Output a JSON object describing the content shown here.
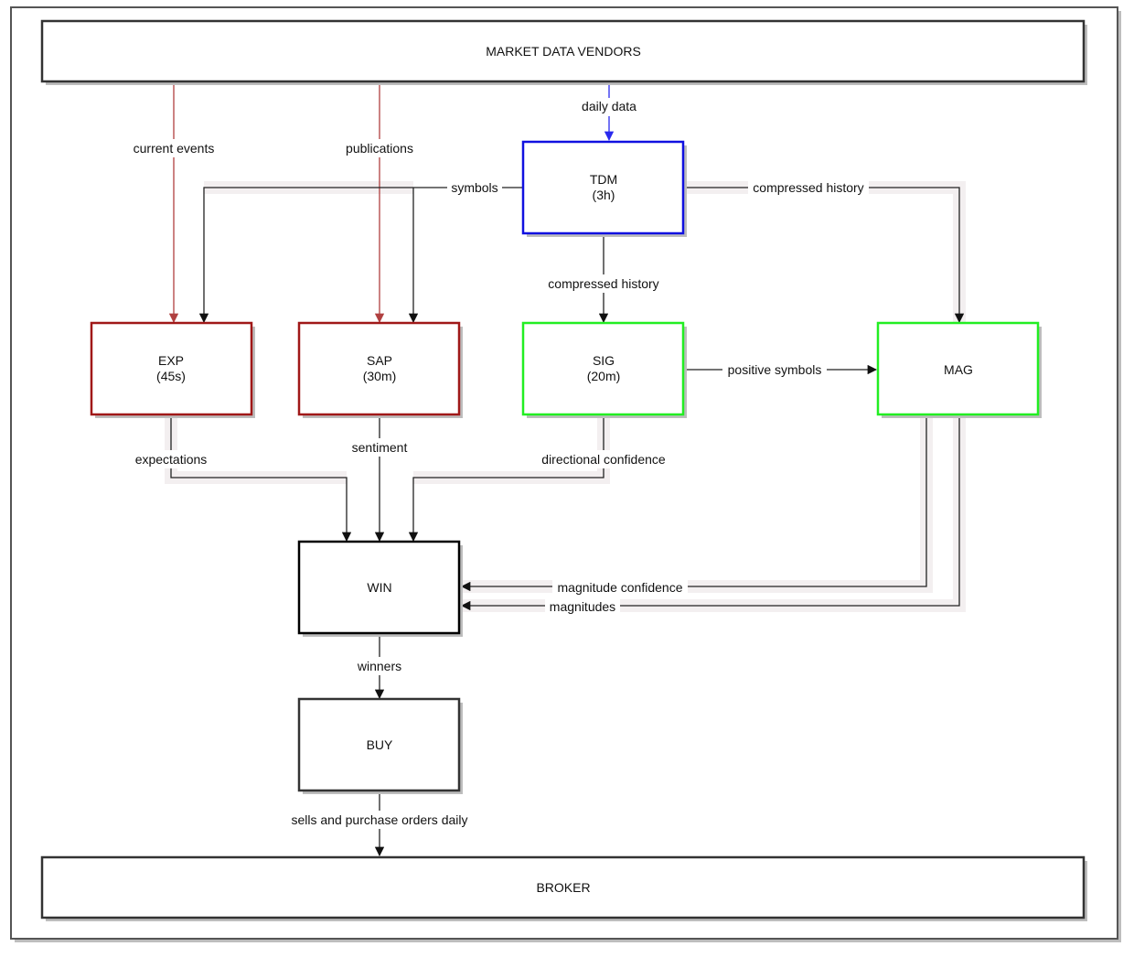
{
  "nodes": {
    "vendors": {
      "label": "MARKET DATA VENDORS",
      "color": "#333333"
    },
    "tdm": {
      "label": "TDM",
      "sub": "(3h)",
      "color": "#1010e0"
    },
    "exp": {
      "label": "EXP",
      "sub": "(45s)",
      "color": "#a01818"
    },
    "sap": {
      "label": "SAP",
      "sub": "(30m)",
      "color": "#a01818"
    },
    "sig": {
      "label": "SIG",
      "sub": "(20m)",
      "color": "#22ee22"
    },
    "mag": {
      "label": "MAG",
      "color": "#22ee22"
    },
    "win": {
      "label": "WIN",
      "color": "#000000"
    },
    "buy": {
      "label": "BUY",
      "color": "#333333"
    },
    "broker": {
      "label": "BROKER",
      "color": "#333333"
    }
  },
  "edges": {
    "current_events": {
      "label": "current events",
      "color": "#b04040"
    },
    "publications": {
      "label": "publications",
      "color": "#b04040"
    },
    "daily_data": {
      "label": "daily data",
      "color": "#2a2aee"
    },
    "symbols": {
      "label": "symbols",
      "color": "#222222"
    },
    "compressed_history_mag": {
      "label": "compressed history",
      "color": "#222222"
    },
    "compressed_history_sig": {
      "label": "compressed history",
      "color": "#222222"
    },
    "positive_symbols": {
      "label": "positive symbols",
      "color": "#222222"
    },
    "expectations": {
      "label": "expectations",
      "color": "#222222"
    },
    "sentiment": {
      "label": "sentiment",
      "color": "#222222"
    },
    "directional_confidence": {
      "label": "directional confidence",
      "color": "#222222"
    },
    "magnitude_confidence": {
      "label": "magnitude confidence",
      "color": "#222222"
    },
    "magnitudes": {
      "label": "magnitudes",
      "color": "#222222"
    },
    "winners": {
      "label": "winners",
      "color": "#222222"
    },
    "sells_orders": {
      "label": "sells and purchase orders daily",
      "color": "#222222"
    }
  }
}
